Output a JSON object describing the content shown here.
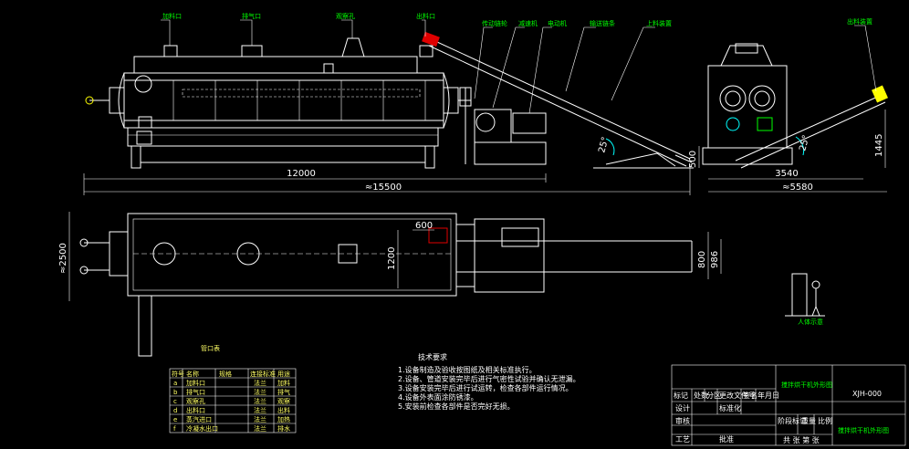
{
  "callouts": [
    "加料口",
    "排气口",
    "观察孔",
    "出料口",
    "传动链轮",
    "减速机",
    "电动机",
    "输送链条",
    "上料装置",
    "出料装置"
  ],
  "dimensions": {
    "length_main": "12000",
    "length_total": "≈15500",
    "side_width": "3540",
    "side_total": "≈5580",
    "height_a": "500",
    "height_b": "1445",
    "angle_a": "25°",
    "angle_b": "25°",
    "plan_width": "≈2500",
    "plan_a": "1200",
    "plan_b": "600",
    "plan_c": "800",
    "plan_d": "986"
  },
  "scale_label": "人体示意",
  "nozzle_table": {
    "title": "管口表",
    "header": [
      "符号",
      "名称",
      "规格",
      "连接标准",
      "用途"
    ],
    "rows": [
      [
        "a",
        "加料口",
        "",
        "法兰",
        "加料"
      ],
      [
        "b",
        "排气口",
        "",
        "法兰",
        "排气"
      ],
      [
        "c",
        "观察孔",
        "",
        "法兰",
        "观察"
      ],
      [
        "d",
        "出料口",
        "",
        "法兰",
        "出料"
      ],
      [
        "e",
        "蒸汽进口",
        "",
        "法兰",
        "加热"
      ],
      [
        "f",
        "冷凝水出口",
        "",
        "法兰",
        "排水"
      ]
    ]
  },
  "tech_notes": {
    "title": "技术要求",
    "items": [
      "1.设备制造及验收按图纸及相关标准执行。",
      "2.设备、管道安装完毕后进行气密性试验并确认无泄漏。",
      "3.设备安装完毕后进行试运转，检查各部件运行情况。",
      "4.设备外表面涂防锈漆。",
      "5.安装前检查各部件是否完好无损。"
    ]
  },
  "title_block": {
    "drawing_name": "搅拌烘干机外形图",
    "drawing_no": "XJH-000",
    "rev_header": [
      "标记",
      "处数",
      "分区",
      "更改文件号",
      "签名",
      "年月日"
    ],
    "roles": [
      "设计",
      "审核",
      "工艺"
    ],
    "standardize": "标准化",
    "approve": "批准",
    "meta_header": [
      "阶段标记",
      "重量",
      "比例"
    ],
    "sheet": "共 张 第 张"
  }
}
